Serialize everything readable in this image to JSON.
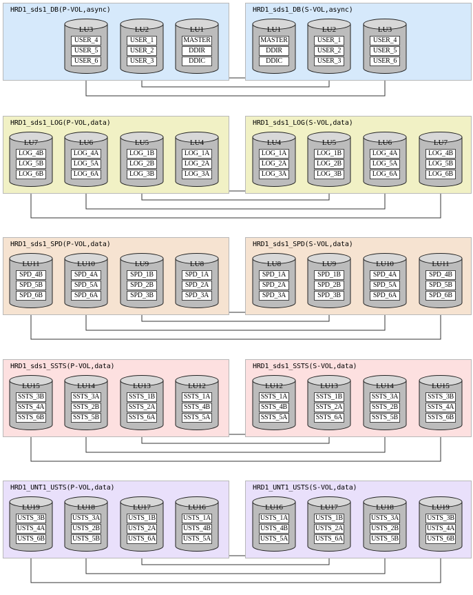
{
  "colors": {
    "db": "#d6e9fb",
    "log": "#f1f1c5",
    "spd": "#f6e3d1",
    "ssts": "#fde0e0",
    "usts": "#e9e0fb"
  },
  "rows": [
    {
      "key": "db",
      "p": {
        "title": "HRD1_sds1_DB(P-VOL,async)",
        "lus": [
          {
            "lu": "LU3",
            "vols": [
              "USER_4",
              "USER_5",
              "USER_6"
            ]
          },
          {
            "lu": "LU2",
            "vols": [
              "USER_1",
              "USER_2",
              "USER_3"
            ]
          },
          {
            "lu": "LU1",
            "vols": [
              "MASTER",
              "DDIR",
              "DDIC"
            ]
          }
        ]
      },
      "s": {
        "title": "HRD1_sds1_DB(S-VOL,async)",
        "lus": [
          {
            "lu": "LU1",
            "vols": [
              "MASTER",
              "DDIR",
              "DDIC"
            ]
          },
          {
            "lu": "LU2",
            "vols": [
              "USER_1",
              "USER_2",
              "USER_3"
            ]
          },
          {
            "lu": "LU3",
            "vols": [
              "USER_4",
              "USER_5",
              "USER_6"
            ]
          }
        ]
      }
    },
    {
      "key": "log",
      "p": {
        "title": "HRD1_sds1_LOG(P-VOL,data)",
        "lus": [
          {
            "lu": "LU7",
            "vols": [
              "LOG_4B",
              "LOG_5B",
              "LOG_6B"
            ]
          },
          {
            "lu": "LU6",
            "vols": [
              "LOG_4A",
              "LOG_5A",
              "LOG_6A"
            ]
          },
          {
            "lu": "LU5",
            "vols": [
              "LOG_1B",
              "LOG_2B",
              "LOG_3B"
            ]
          },
          {
            "lu": "LU4",
            "vols": [
              "LOG_1A",
              "LOG_2A",
              "LOG_3A"
            ]
          }
        ]
      },
      "s": {
        "title": "HRD1_sds1_LOG(S-VOL,data)",
        "lus": [
          {
            "lu": "LU4",
            "vols": [
              "LOG_1A",
              "LOG_2A",
              "LOG_3A"
            ]
          },
          {
            "lu": "LU5",
            "vols": [
              "LOG_1B",
              "LOG_2B",
              "LOG_3B"
            ]
          },
          {
            "lu": "LU6",
            "vols": [
              "LOG_4A",
              "LOG_5A",
              "LOG_6A"
            ]
          },
          {
            "lu": "LU7",
            "vols": [
              "LOG_4B",
              "LOG_5B",
              "LOG_6B"
            ]
          }
        ]
      }
    },
    {
      "key": "spd",
      "p": {
        "title": "HRD1_sds1_SPD(P-VOL,data)",
        "lus": [
          {
            "lu": "LU11",
            "vols": [
              "SPD_4B",
              "SPD_5B",
              "SPD_6B"
            ]
          },
          {
            "lu": "LU10",
            "vols": [
              "SPD_4A",
              "SPD_5A",
              "SPD_6A"
            ]
          },
          {
            "lu": "LU9",
            "vols": [
              "SPD_1B",
              "SPD_2B",
              "SPD_3B"
            ]
          },
          {
            "lu": "LU8",
            "vols": [
              "SPD_1A",
              "SPD_2A",
              "SPD_3A"
            ]
          }
        ]
      },
      "s": {
        "title": "HRD1_sds1_SPD(S-VOL,data)",
        "lus": [
          {
            "lu": "LU8",
            "vols": [
              "SPD_1A",
              "SPD_2A",
              "SPD_3A"
            ]
          },
          {
            "lu": "LU9",
            "vols": [
              "SPD_1B",
              "SPD_2B",
              "SPD_3B"
            ]
          },
          {
            "lu": "LU10",
            "vols": [
              "SPD_4A",
              "SPD_5A",
              "SPD_6A"
            ]
          },
          {
            "lu": "LU11",
            "vols": [
              "SPD_4B",
              "SPD_5B",
              "SPD_6B"
            ]
          }
        ]
      }
    },
    {
      "key": "ssts",
      "p": {
        "title": "HRD1_sds1_SSTS(P-VOL,data)",
        "lus": [
          {
            "lu": "LU15",
            "vols": [
              "SSTS_3B",
              "SSTS_4A",
              "SSTS_6B"
            ]
          },
          {
            "lu": "LU14",
            "vols": [
              "SSTS_3A",
              "SSTS_2B",
              "SSTS_5B"
            ]
          },
          {
            "lu": "LU13",
            "vols": [
              "SSTS_1B",
              "SSTS_2A",
              "SSTS_6A"
            ]
          },
          {
            "lu": "LU12",
            "vols": [
              "SSTS_1A",
              "SSTS_4B",
              "SSTS_5A"
            ]
          }
        ]
      },
      "s": {
        "title": "HRD1_sds1_SSTS(S-VOL,data)",
        "lus": [
          {
            "lu": "LU12",
            "vols": [
              "SSTS_1A",
              "SSTS_4B",
              "SSTS_5A"
            ]
          },
          {
            "lu": "LU13",
            "vols": [
              "SSTS_1B",
              "SSTS_2A",
              "SSTS_6A"
            ]
          },
          {
            "lu": "LU14",
            "vols": [
              "SSTS_3A",
              "SSTS_2B",
              "SSTS_5B"
            ]
          },
          {
            "lu": "LU15",
            "vols": [
              "SSTS_3B",
              "SSTS_4A",
              "SSTS_6B"
            ]
          }
        ]
      }
    },
    {
      "key": "usts",
      "p": {
        "title": "HRD1_UNT1_USTS(P-VOL,data)",
        "lus": [
          {
            "lu": "LU19",
            "vols": [
              "USTS_3B",
              "USTS_4A",
              "USTS_6B"
            ]
          },
          {
            "lu": "LU18",
            "vols": [
              "USTS_3A",
              "USTS_2B",
              "USTS_5B"
            ]
          },
          {
            "lu": "LU17",
            "vols": [
              "USTS_1B",
              "USTS_2A",
              "USTS_6A"
            ]
          },
          {
            "lu": "LU16",
            "vols": [
              "USTS_1A",
              "USTS_4B",
              "USTS_5A"
            ]
          }
        ]
      },
      "s": {
        "title": "HRD1_UNT1_USTS(S-VOL,data)",
        "lus": [
          {
            "lu": "LU16",
            "vols": [
              "USTS_1A",
              "USTS_4B",
              "USTS_5A"
            ]
          },
          {
            "lu": "LU17",
            "vols": [
              "USTS_1B",
              "USTS_2A",
              "USTS_6A"
            ]
          },
          {
            "lu": "LU18",
            "vols": [
              "USTS_3A",
              "USTS_2B",
              "USTS_5B"
            ]
          },
          {
            "lu": "LU19",
            "vols": [
              "USTS_3B",
              "USTS_4A",
              "USTS_6B"
            ]
          }
        ]
      }
    }
  ]
}
